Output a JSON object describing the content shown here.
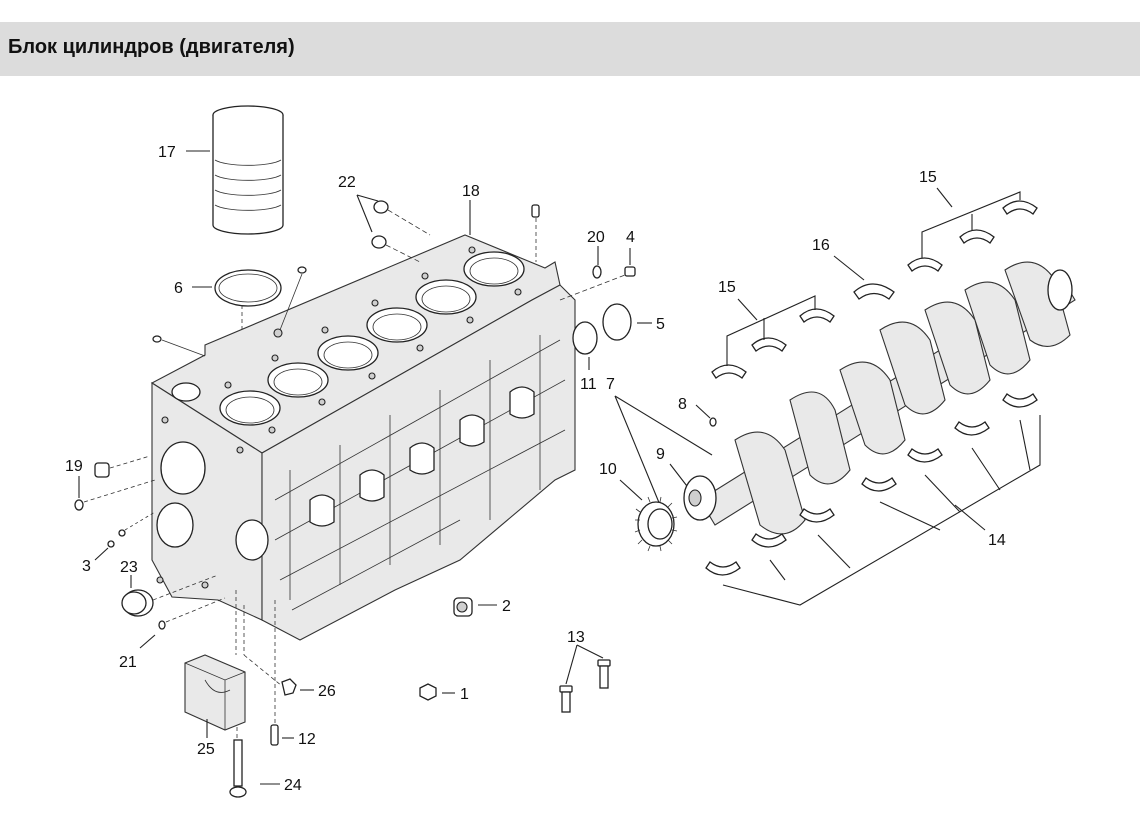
{
  "header": {
    "title": "Блок цилиндров (двигателя)"
  },
  "callouts": {
    "c1": "1",
    "c2": "2",
    "c3": "3",
    "c4": "4",
    "c5": "5",
    "c6": "6",
    "c7": "7",
    "c8": "8",
    "c9": "9",
    "c10": "10",
    "c11": "11",
    "c12": "12",
    "c13": "13",
    "c14": "14",
    "c15a": "15",
    "c15b": "15",
    "c16": "16",
    "c17": "17",
    "c18": "18",
    "c19": "19",
    "c20": "20",
    "c21": "21",
    "c22": "22",
    "c23": "23",
    "c24": "24",
    "c25": "25",
    "c26": "26"
  }
}
